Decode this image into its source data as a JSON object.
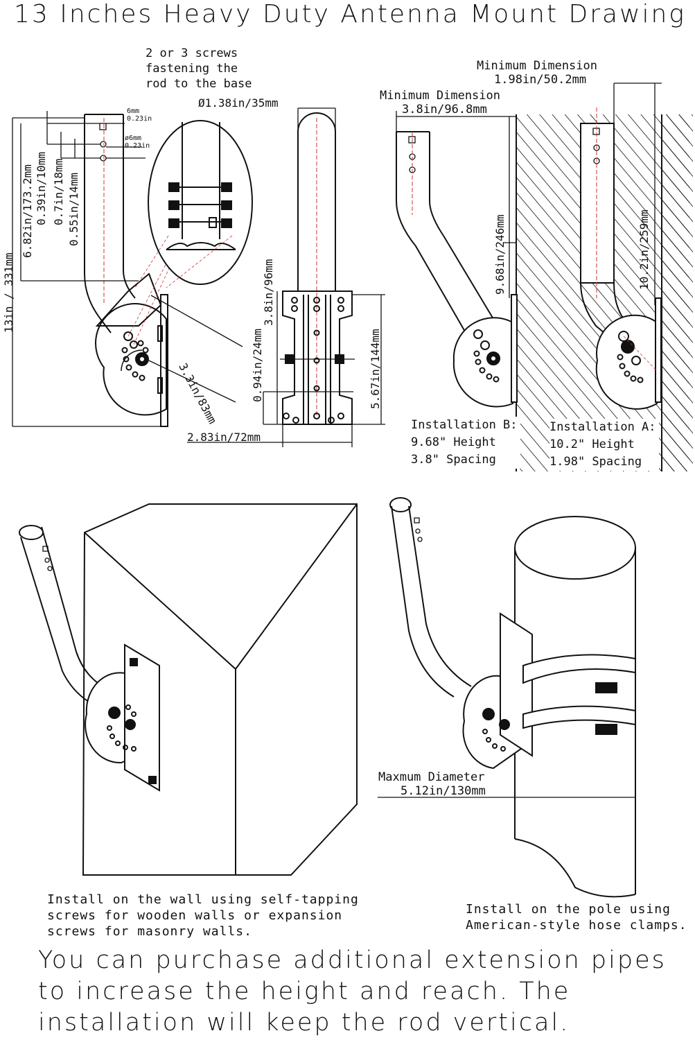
{
  "title": "13 Inches Heavy Duty Antenna Mount Drawing",
  "top_left": {
    "screws_note": [
      "2 or 3 screws",
      "fastening the",
      "rod to the base"
    ],
    "diameter": "Ø1.38in/35mm",
    "hole_size_1": [
      "6mm",
      "0.23in"
    ],
    "hole_size_2": [
      "ø6mm",
      "0.23in"
    ],
    "dim_6_82": "6.82in/173.2mm",
    "dim_0_39": "0.39in/10mm",
    "dim_0_7": "0.7in/18mm",
    "dim_0_55": "0.55in/14mm",
    "dim_13": "13in / 331mm",
    "dim_3_3": "3.3in/83mm",
    "dim_3_8": "3.8in/96mm",
    "dim_0_94": "0.94in/24mm",
    "dim_5_67": "5.67in/144mm",
    "dim_2_83": "2.83in/72mm"
  },
  "install_b": {
    "min_label": "Minimum Dimension",
    "min_value": "3.8in/96.8mm",
    "height_dim": "9.68in/246mm",
    "caption": [
      "Installation B:",
      "9.68\" Height",
      "3.8\" Spacing"
    ]
  },
  "install_a": {
    "min_label": "Minimum Dimension",
    "min_value": "1.98in/50.2mm",
    "height_dim": "10.2in/259mm",
    "caption": [
      "Installation A:",
      "10.2\" Height",
      "1.98\" Spacing"
    ]
  },
  "wall_note": [
    "Install on the wall using self-tapping",
    "screws for wooden walls or expansion",
    "screws for masonry walls."
  ],
  "pole": {
    "max_label": "Maxmum Diameter",
    "max_value": "5.12in/130mm",
    "note": [
      "Install on the pole using",
      "American-style hose clamps."
    ]
  },
  "footer": "You can purchase additional extension pipes to increase the height and reach. The installation will keep the rod vertical."
}
